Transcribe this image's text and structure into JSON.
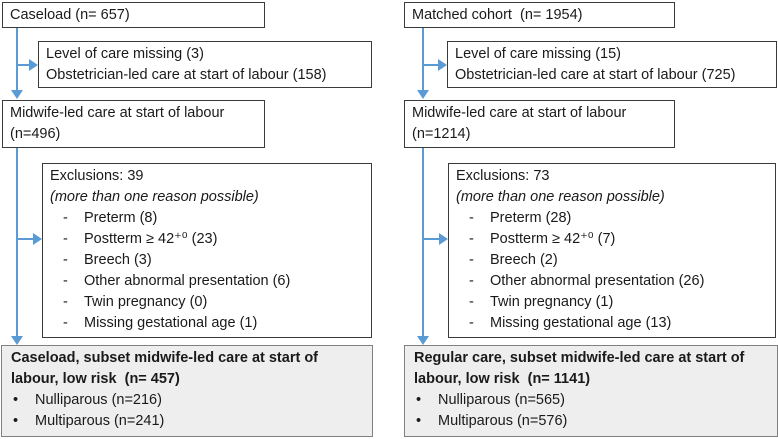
{
  "colors": {
    "arrow": "#5b9bd5",
    "box_border": "#3b3b3b",
    "final_box_fill": "#eeeeee",
    "final_box_border": "#808080",
    "text": "#1a1a1a"
  },
  "glyphs": {
    "dash": "-",
    "bullet": "•"
  },
  "columns": [
    {
      "id": "caseload",
      "cohort_label": "Caseload (n= 657)",
      "care_excluded_lines": [
        "Level of care missing (3)",
        "Obstetrician-led care at start of labour (158)"
      ],
      "midwife_lines": [
        "Midwife-led care at start of labour",
        "(n=496)"
      ],
      "exclusions": {
        "header": "Exclusions: 39",
        "note": "(more than one reason possible)",
        "items": [
          "Preterm (8)",
          "Postterm ≥ 42⁺⁰ (23)",
          "Breech (3)",
          "Other abnormal presentation (6)",
          "Twin pregnancy (0)",
          "Missing gestational age (1)"
        ]
      },
      "final": {
        "title_lines": [
          "Caseload, subset midwife-led care at start of",
          "labour, low risk  (n= 457)"
        ],
        "bullets": [
          "Nulliparous (n=216)",
          "Multiparous (n=241)"
        ]
      }
    },
    {
      "id": "matched-cohort",
      "cohort_label": "Matched cohort  (n= 1954)",
      "care_excluded_lines": [
        "Level of care missing (15)",
        "Obstetrician-led care at start of labour (725)"
      ],
      "midwife_lines": [
        "Midwife-led care at start of labour",
        "(n=1214)"
      ],
      "exclusions": {
        "header": "Exclusions: 73",
        "note": "(more than one reason possible)",
        "items": [
          "Preterm (28)",
          "Postterm ≥ 42⁺⁰ (7)",
          "Breech (2)",
          "Other abnormal presentation (26)",
          "Twin pregnancy (1)",
          "Missing gestational age (13)"
        ]
      },
      "final": {
        "title_lines": [
          "Regular care, subset midwife-led care at start of",
          "labour, low risk  (n= 1141)"
        ],
        "bullets": [
          "Nulliparous (n=565)",
          "Multiparous (n=576)"
        ]
      }
    }
  ]
}
